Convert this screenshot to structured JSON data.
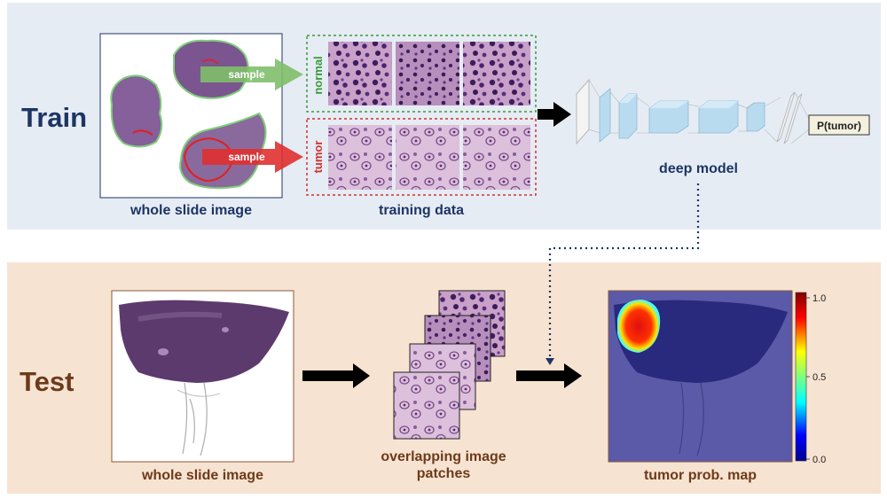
{
  "train": {
    "title": "Train",
    "wsi_caption": "whole slide image",
    "sample_label_normal": "sample",
    "sample_label_tumor": "sample",
    "row_label_normal": "normal",
    "row_label_tumor": "tumor",
    "training_caption": "training data",
    "output_box": "P(tumor)",
    "model_caption": "deep model"
  },
  "test": {
    "title": "Test",
    "wsi_caption": "whole slide image",
    "patches_caption_1": "overlapping image",
    "patches_caption_2": "patches",
    "map_caption": "tumor prob. map",
    "colorbar_ticks": [
      "1.0",
      "0.5",
      "0.0"
    ]
  },
  "colors": {
    "train_bg": "#e6ecf4",
    "test_bg": "#f7e3d1",
    "train_text": "#1d3565",
    "test_text": "#6c3b1b",
    "normal_green": "#3a9a3a",
    "tumor_red": "#d32f2f",
    "tissue_purple": "#7a4f88"
  }
}
